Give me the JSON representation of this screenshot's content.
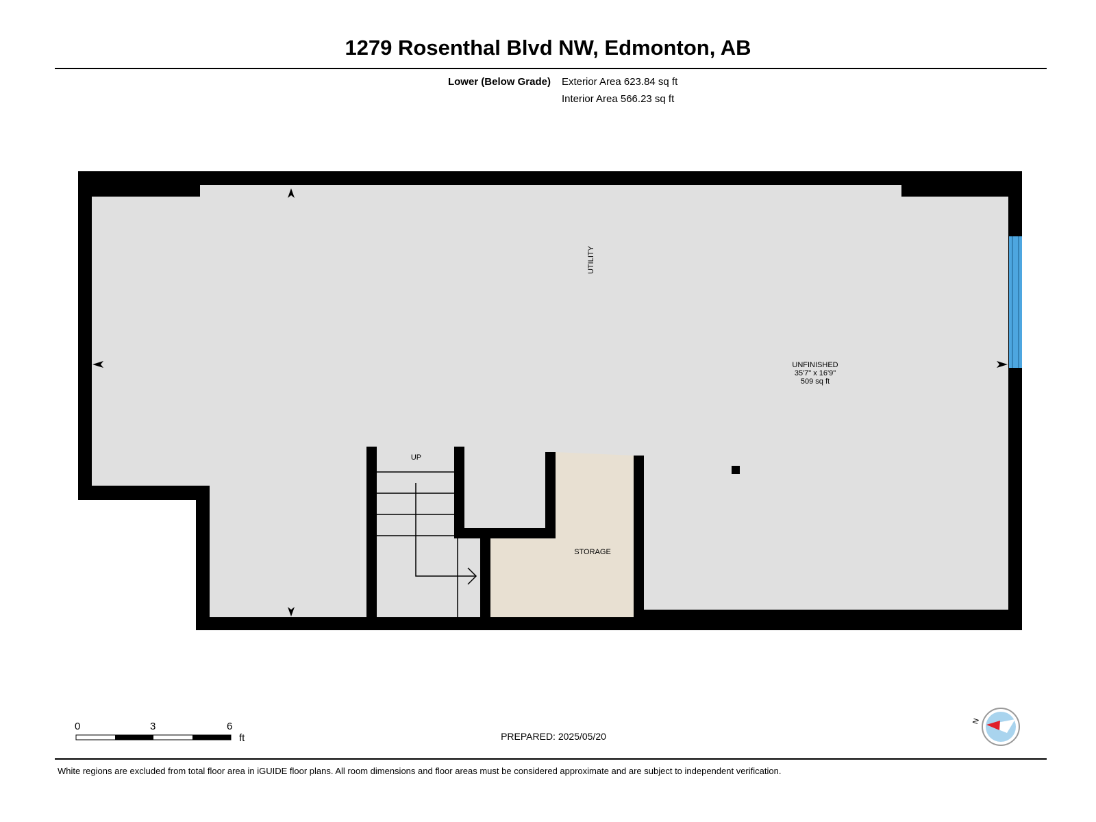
{
  "title": "1279 Rosenthal Blvd NW, Edmonton, AB",
  "level": {
    "name": "Lower (Below Grade)",
    "exterior_area": "Exterior Area 623.84 sq ft",
    "interior_area": "Interior Area 566.23 sq ft"
  },
  "rooms": {
    "utility": "UTILITY",
    "unfinished": {
      "name": "UNFINISHED",
      "dimensions": "35'7\" x 16'9\"",
      "area": "509 sq ft"
    },
    "storage": "STORAGE",
    "stairs": "UP"
  },
  "colors": {
    "wall": "#000000",
    "floor_unfinished": "#e0e0e0",
    "floor_storage": "#e8e0d2",
    "window": "#4da6e0",
    "compass_pointer": "#e0202a",
    "compass_face": "#a9d4ee"
  },
  "scale": {
    "ticks": [
      "0",
      "3",
      "6"
    ],
    "unit": "ft"
  },
  "prepared": "PREPARED: 2025/05/20",
  "disclaimer": "White regions are excluded from total floor area in iGUIDE floor plans. All room dimensions and floor areas must be considered approximate and are subject to independent verification.",
  "compass": {
    "label": "N"
  }
}
